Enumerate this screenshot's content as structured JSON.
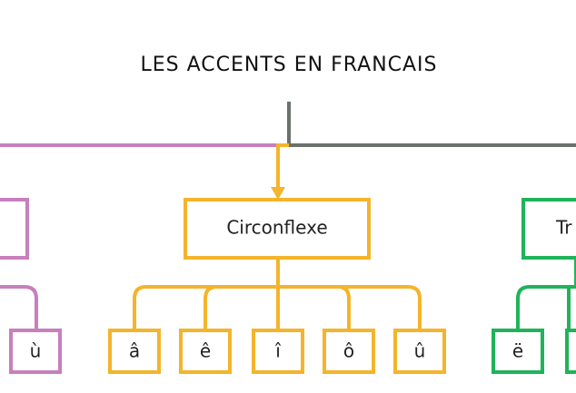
{
  "title": "LES ACCENTS EN FRANCAIS",
  "colors": {
    "root_stem": "#6b716b",
    "grave": "#c77fbd",
    "circonflexe": "#f4b42b",
    "trema": "#20b35a"
  },
  "categories": {
    "circonflexe": {
      "label": "Circonflexe",
      "letters": [
        "â",
        "ê",
        "î",
        "ô",
        "û"
      ]
    },
    "grave_visible_letter": "ù",
    "trema": {
      "label_visible": "Tr",
      "letters_visible": [
        "ë"
      ]
    }
  }
}
